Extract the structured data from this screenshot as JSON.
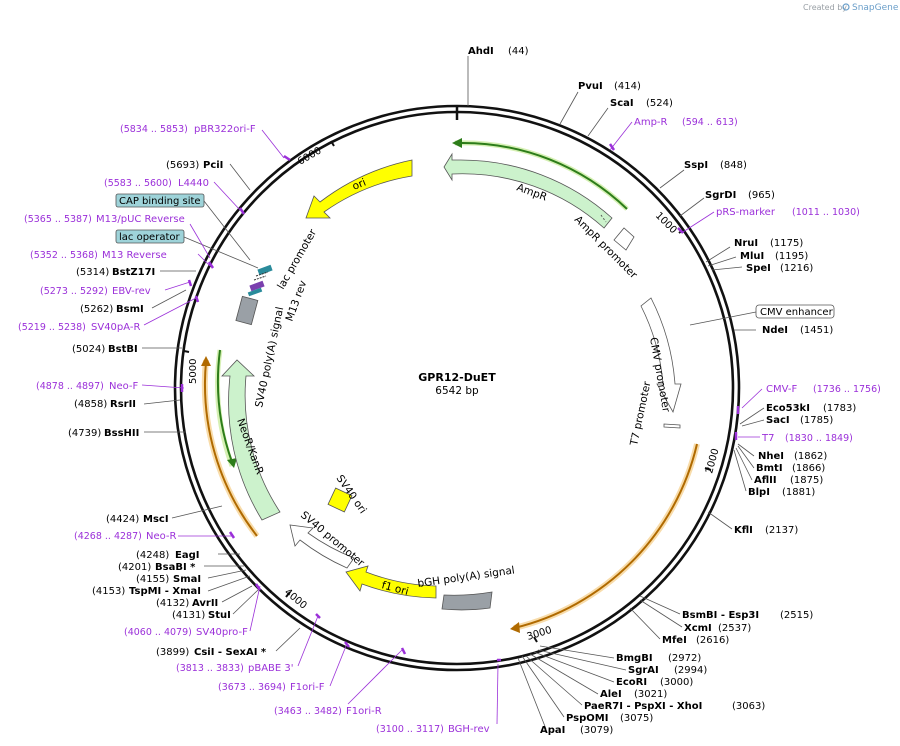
{
  "credit": {
    "prefix": "Created by",
    "brand": "SnapGene"
  },
  "plasmid": {
    "name": "GPR12-DuET",
    "size": "6542 bp"
  },
  "ticks": [
    "1000",
    "2000",
    "3000",
    "4000",
    "5000",
    "6000"
  ],
  "features": {
    "ampr": "AmpR",
    "ampr_promoter": "AmpR promoter",
    "ori": "ori",
    "cmv_promoter": "CMV promoter",
    "t7_promoter": "T7 promoter",
    "lac_promoter": "lac promoter",
    "m13_rev": "M13 rev",
    "sv40_polya": "SV40 poly(A) signal",
    "neor": "NeoR/KanR",
    "sv40_ori": "SV40 ori",
    "sv40_promoter": "SV40 promoter",
    "f1_ori": "f1 ori",
    "bgh_polya": "bGH poly(A) signal"
  },
  "boxed": {
    "cmv_enhancer": "CMV enhancer",
    "cap_site": "CAP binding site",
    "lac_operator": "lac operator"
  },
  "sites": [
    {
      "name": "AhdI",
      "pos": "(44)"
    },
    {
      "name": "PvuI",
      "pos": "(414)"
    },
    {
      "name": "ScaI",
      "pos": "(524)"
    },
    {
      "name": "SspI",
      "pos": "(848)"
    },
    {
      "name": "SgrDI",
      "pos": "(965)"
    },
    {
      "name": "NruI",
      "pos": "(1175)"
    },
    {
      "name": "MluI",
      "pos": "(1195)"
    },
    {
      "name": "SpeI",
      "pos": "(1216)"
    },
    {
      "name": "NdeI",
      "pos": "(1451)"
    },
    {
      "name": "Eco53kI",
      "pos": "(1783)"
    },
    {
      "name": "SacI",
      "pos": "(1785)"
    },
    {
      "name": "NheI",
      "pos": "(1862)"
    },
    {
      "name": "BmtI",
      "pos": "(1866)"
    },
    {
      "name": "AflII",
      "pos": "(1875)"
    },
    {
      "name": "BlpI",
      "pos": "(1881)"
    },
    {
      "name": "KflI",
      "pos": "(2137)"
    },
    {
      "name": "BsmBI - Esp3I",
      "pos": "(2515)"
    },
    {
      "name": "XcmI",
      "pos": "(2537)"
    },
    {
      "name": "MfeI",
      "pos": "(2616)"
    },
    {
      "name": "BmgBI",
      "pos": "(2972)"
    },
    {
      "name": "SgrAI",
      "pos": "(2994)"
    },
    {
      "name": "EcoRI",
      "pos": "(3000)"
    },
    {
      "name": "AleI",
      "pos": "(3021)"
    },
    {
      "name": "PaeR7I - PspXI - XhoI",
      "pos": "(3063)"
    },
    {
      "name": "PspOMI",
      "pos": "(3075)"
    },
    {
      "name": "ApaI",
      "pos": "(3079)"
    },
    {
      "name": "CsiI - SexAI *",
      "pos": "(3899)"
    },
    {
      "name": "StuI",
      "pos": "(4131)"
    },
    {
      "name": "AvrII",
      "pos": "(4132)"
    },
    {
      "name": "TspMI - XmaI",
      "pos": "(4153)"
    },
    {
      "name": "SmaI",
      "pos": "(4155)"
    },
    {
      "name": "BsaBI *",
      "pos": "(4201)"
    },
    {
      "name": "EagI",
      "pos": "(4248)"
    },
    {
      "name": "MscI",
      "pos": "(4424)"
    },
    {
      "name": "BssHII",
      "pos": "(4739)"
    },
    {
      "name": "RsrII",
      "pos": "(4858)"
    },
    {
      "name": "BstBI",
      "pos": "(5024)"
    },
    {
      "name": "BsmI",
      "pos": "(5262)"
    },
    {
      "name": "BstZ17I",
      "pos": "(5314)"
    },
    {
      "name": "PciI",
      "pos": "(5693)"
    }
  ],
  "primers": [
    {
      "name": "Amp-R",
      "range": "(594 .. 613)"
    },
    {
      "name": "pRS-marker",
      "range": "(1011 .. 1030)"
    },
    {
      "name": "CMV-F",
      "range": "(1736 .. 1756)"
    },
    {
      "name": "T7",
      "range": "(1830 .. 1849)"
    },
    {
      "name": "BGH-rev",
      "range": "(3100 .. 3117)"
    },
    {
      "name": "F1ori-R",
      "range": "(3463 .. 3482)"
    },
    {
      "name": "F1ori-F",
      "range": "(3673 .. 3694)"
    },
    {
      "name": "pBABE 3'",
      "range": "(3813 .. 3833)"
    },
    {
      "name": "SV40pro-F",
      "range": "(4060 .. 4079)"
    },
    {
      "name": "Neo-R",
      "range": "(4268 .. 4287)"
    },
    {
      "name": "Neo-F",
      "range": "(4878 .. 4897)"
    },
    {
      "name": "SV40pA-R",
      "range": "(5219 .. 5238)"
    },
    {
      "name": "EBV-rev",
      "range": "(5273 .. 5292)"
    },
    {
      "name": "M13 Reverse",
      "range": "(5352 .. 5368)"
    },
    {
      "name": "M13/pUC Reverse",
      "range": "(5365 .. 5387)"
    },
    {
      "name": "L4440",
      "range": "(5583 .. 5600)"
    },
    {
      "name": "pBR322ori-F",
      "range": "(5834 .. 5853)"
    }
  ]
}
